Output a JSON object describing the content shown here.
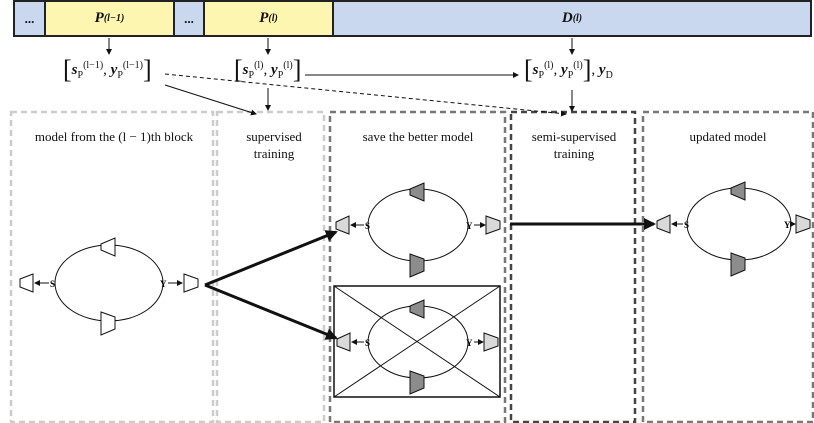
{
  "top_bar": {
    "cells": [
      {
        "text": "...",
        "kind": "dots",
        "color": "#c9d8ef"
      },
      {
        "text": "P(l−1)",
        "kind": "p",
        "color": "#fdf6b0"
      },
      {
        "text": "...",
        "kind": "dots",
        "color": "#c9d8ef"
      },
      {
        "text": "P(l)",
        "kind": "p",
        "color": "#fdf6b0"
      },
      {
        "text": "D(l)",
        "kind": "d",
        "color": "#c9d8ef"
      }
    ]
  },
  "tuples": {
    "prev": "[s_P^(l−1), y_P^(l−1)]",
    "curr": "[s_P^(l), y_P^(l)]",
    "with_d": "[s_P^(l), y_P^(l)], y_D"
  },
  "panels": [
    {
      "title": "model from the (l − 1)th block",
      "border": "#cccccc"
    },
    {
      "title": "supervised training",
      "border": "#cccccc"
    },
    {
      "title": "save the better model",
      "border": "#777777"
    },
    {
      "title": "semi-supervised training",
      "border": "#444444"
    },
    {
      "title": "updated model",
      "border": "#777777"
    }
  ],
  "node_labels": {
    "s": "S",
    "y": "Y"
  },
  "colors": {
    "yellow": "#fdf6b0",
    "blue": "#c9d8ef",
    "light_gray": "#cccccc",
    "shade_light": "#d9d9d9",
    "shade_dark": "#8c8c8c"
  }
}
